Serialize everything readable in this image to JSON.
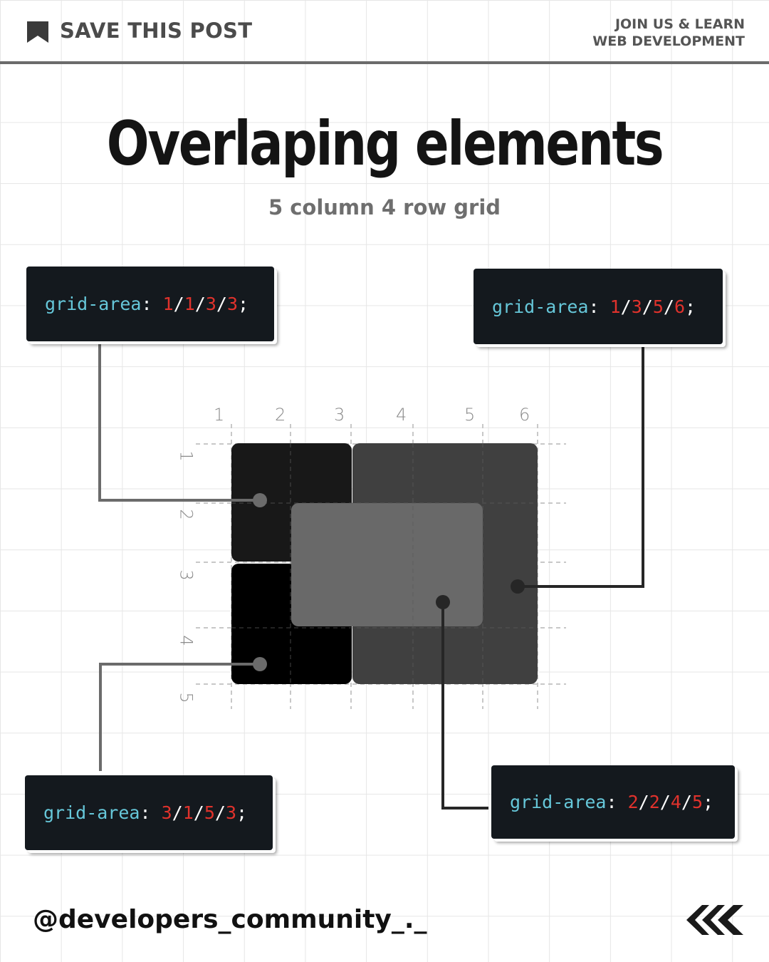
{
  "header": {
    "save_label": "SAVE THIS POST",
    "tagline_line1": "JOIN US & LEARN",
    "tagline_line2": "WEB DEVELOPMENT"
  },
  "title": "Overlaping elements",
  "subtitle": "5 column 4 row grid",
  "code_boxes": [
    {
      "property": "grid-area",
      "values": [
        "1",
        "1",
        "3",
        "3"
      ]
    },
    {
      "property": "grid-area",
      "values": [
        "1",
        "3",
        "5",
        "6"
      ]
    },
    {
      "property": "grid-area",
      "values": [
        "3",
        "1",
        "5",
        "3"
      ]
    },
    {
      "property": "grid-area",
      "values": [
        "2",
        "2",
        "4",
        "5"
      ]
    }
  ],
  "grid": {
    "column_lines": [
      "1",
      "2",
      "3",
      "4",
      "5",
      "6"
    ],
    "row_lines": [
      "1",
      "2",
      "3",
      "4",
      "5"
    ]
  },
  "colors": {
    "code_bg": "#14191e",
    "property": "#66c7d9",
    "number": "#e0322c",
    "cell_a": "#181818",
    "cell_b": "#404040",
    "cell_c": "#000000",
    "cell_d": "#696969"
  },
  "footer": {
    "handle": "@developers_community_._"
  },
  "icons": [
    "bookmark-icon",
    "chevrons-left-icon"
  ]
}
